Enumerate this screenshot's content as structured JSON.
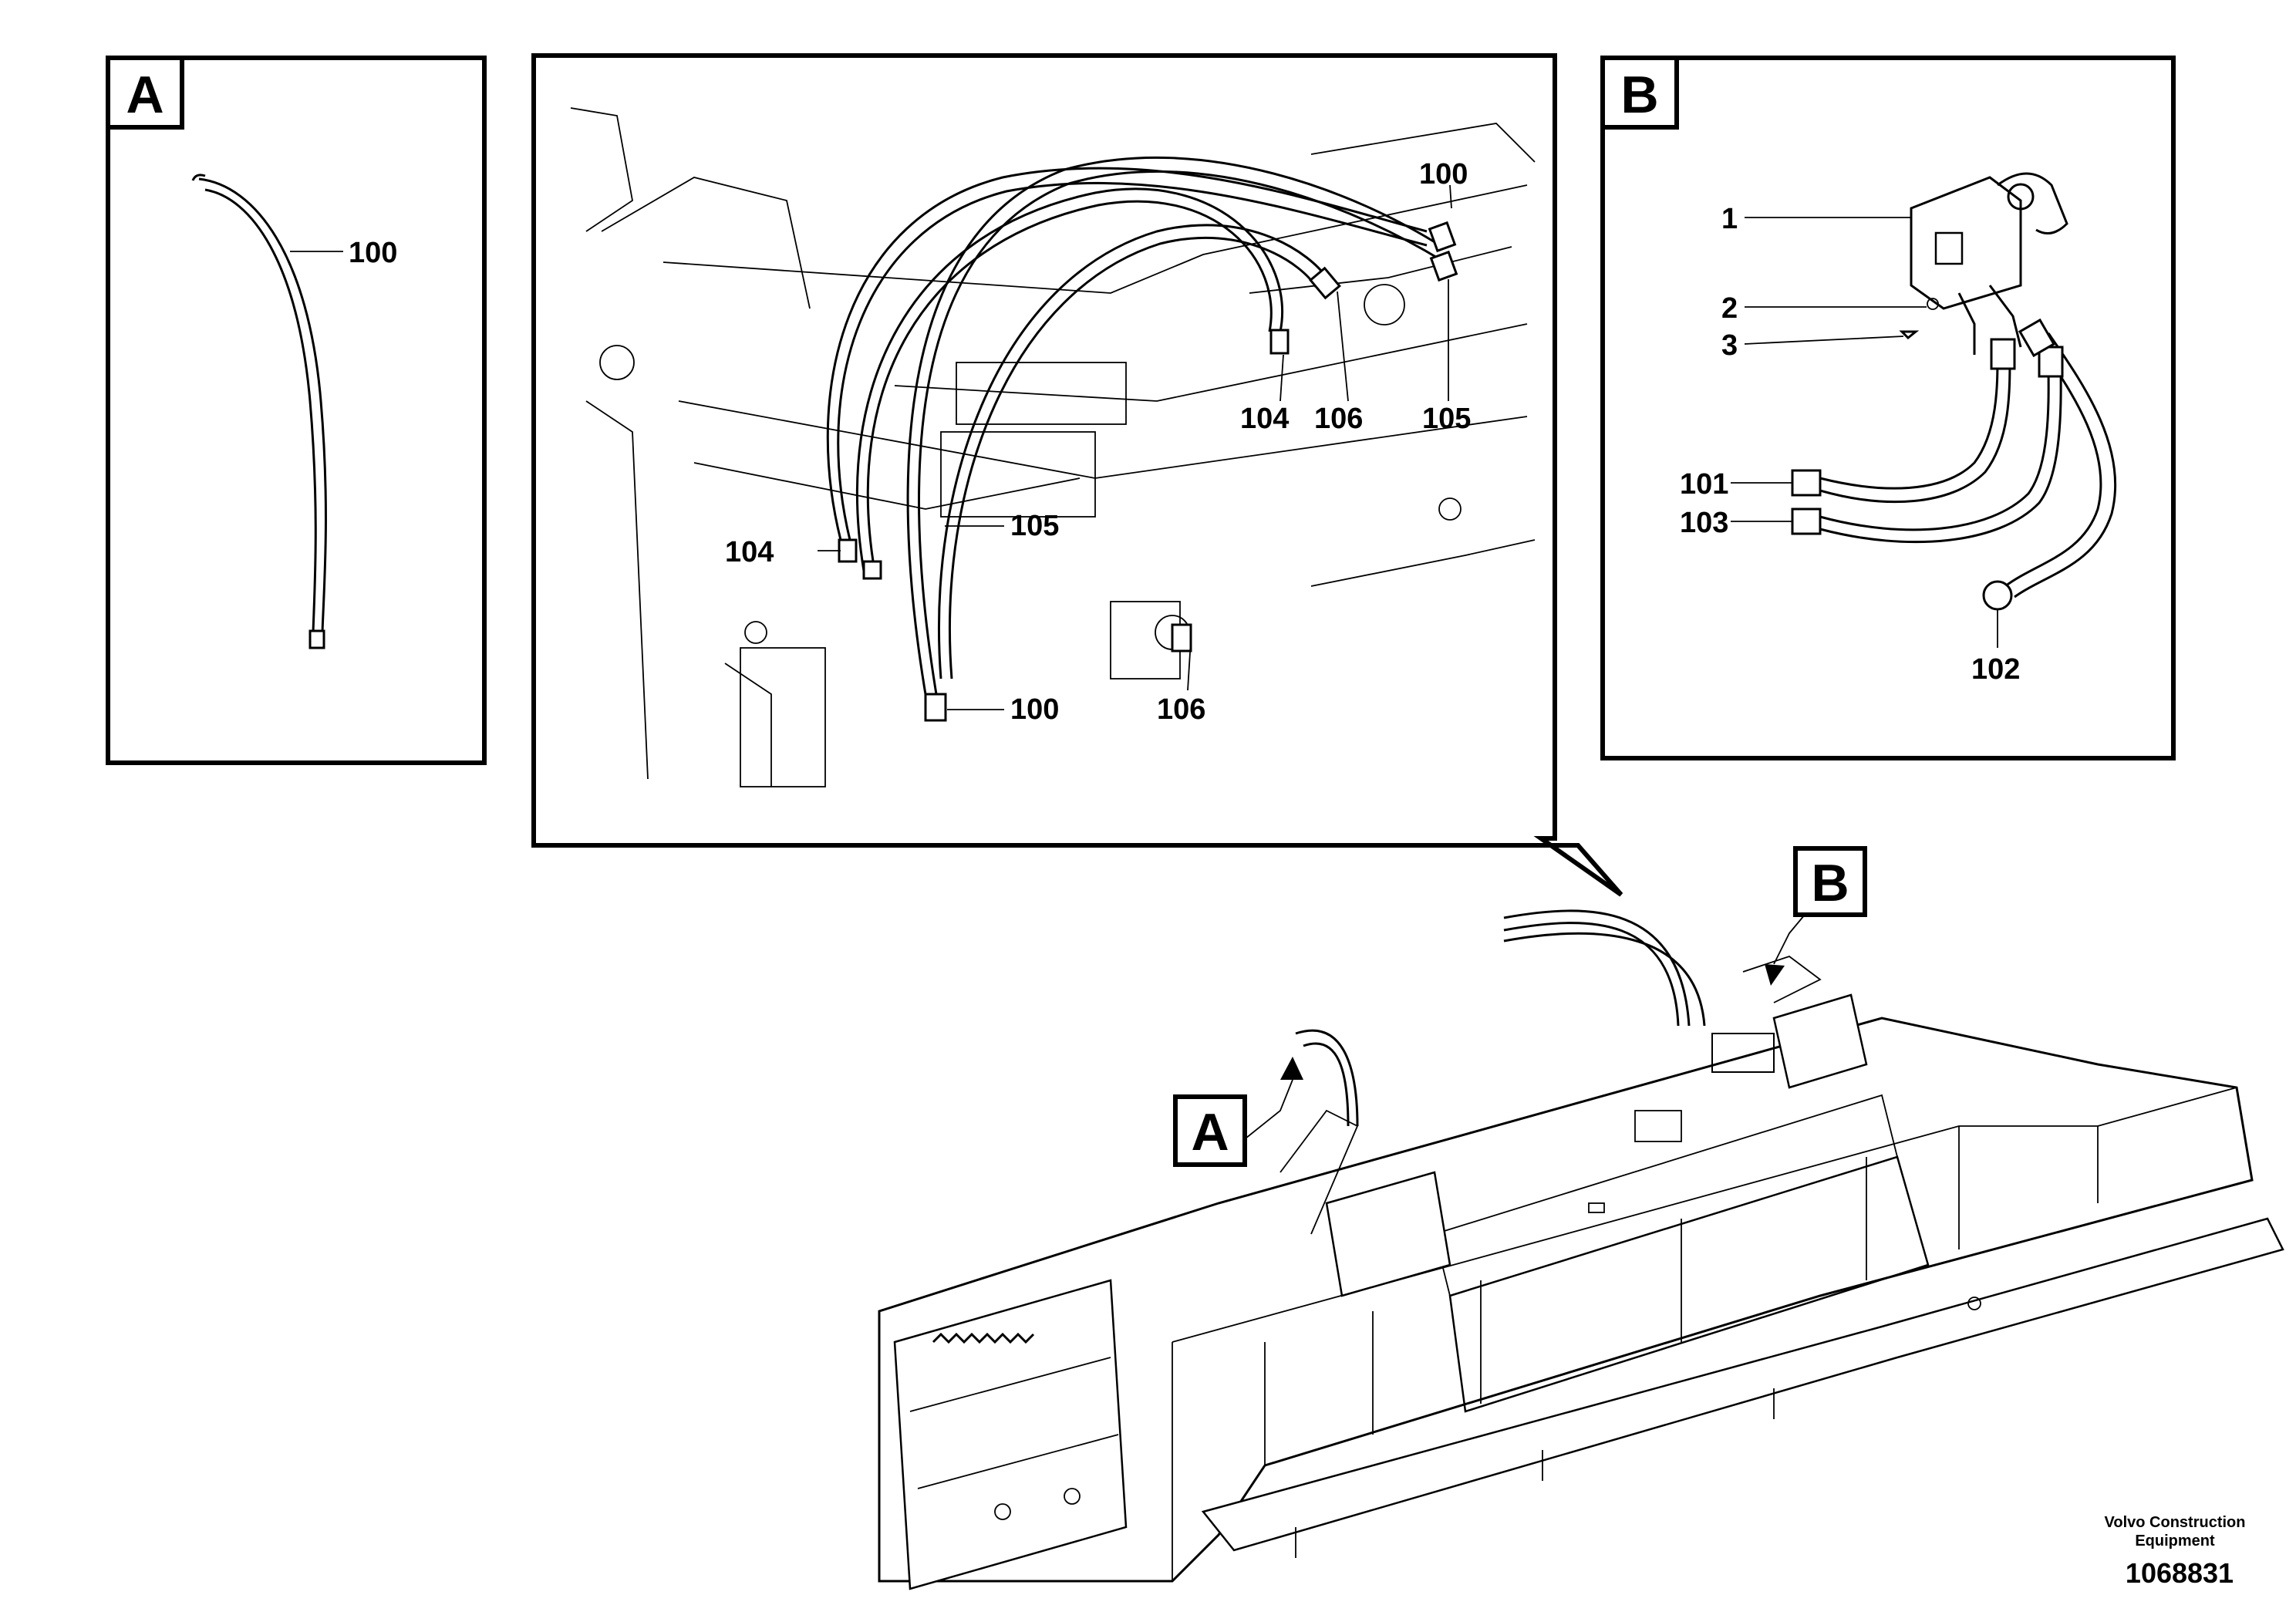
{
  "panels": {
    "detail_a": {
      "tag": "A",
      "callouts": [
        "100"
      ]
    },
    "main_view": {
      "callouts": [
        "100",
        "104",
        "106",
        "105",
        "105",
        "104",
        "100",
        "106"
      ]
    },
    "detail_b": {
      "tag": "B",
      "callouts": [
        "1",
        "2",
        "3",
        "101",
        "103",
        "102"
      ]
    }
  },
  "overview": {
    "pointer_a": "A",
    "pointer_b": "B"
  },
  "footer": {
    "company_line1": "Volvo Construction",
    "company_line2": "Equipment",
    "drawing_number": "1068831"
  }
}
